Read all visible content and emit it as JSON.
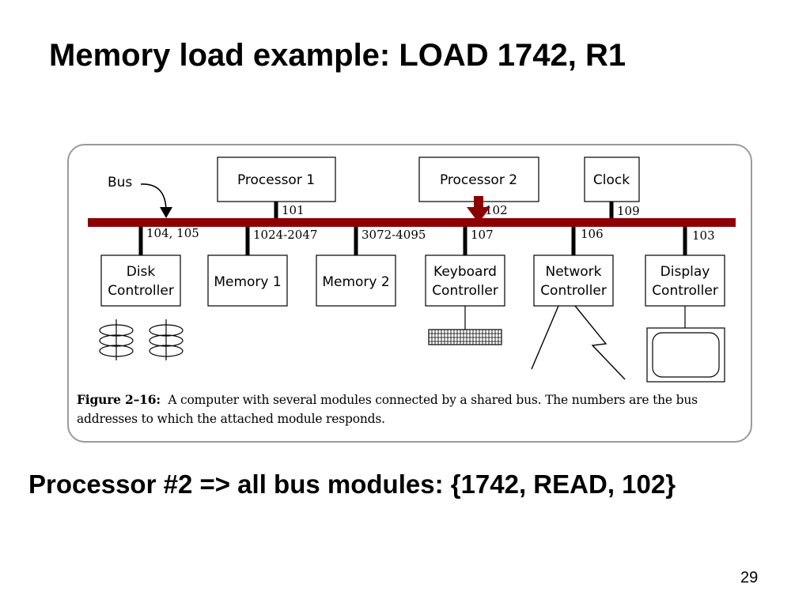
{
  "slide": {
    "title": "Memory load example: LOAD 1742, R1",
    "statement": "Processor #2 => all bus modules: {1742, READ, 102}",
    "page_number": "29"
  },
  "figure": {
    "bus_label": "Bus",
    "bus_color": "#8b0000",
    "top_modules": [
      {
        "id": "processor-1",
        "lines": [
          "Processor 1"
        ],
        "address": "101"
      },
      {
        "id": "processor-2",
        "lines": [
          "Processor 2"
        ],
        "address": "102"
      },
      {
        "id": "clock",
        "lines": [
          "Clock"
        ],
        "address": "109"
      }
    ],
    "bottom_modules": [
      {
        "id": "disk-controller",
        "lines": [
          "Disk",
          "Controller"
        ],
        "address": "104, 105"
      },
      {
        "id": "memory-1",
        "lines": [
          "Memory 1"
        ],
        "address": "1024-2047"
      },
      {
        "id": "memory-2",
        "lines": [
          "Memory 2"
        ],
        "address": "3072-4095"
      },
      {
        "id": "keyboard-controller",
        "lines": [
          "Keyboard",
          "Controller"
        ],
        "address": "107"
      },
      {
        "id": "network-controller",
        "lines": [
          "Network",
          "Controller"
        ],
        "address": "106"
      },
      {
        "id": "display-controller",
        "lines": [
          "Display",
          "Controller"
        ],
        "address": "103"
      }
    ],
    "caption_label": "Figure 2–16:",
    "caption_text": "A computer with several modules connected by a shared bus. The numbers are the bus addresses to which the attached module responds."
  }
}
